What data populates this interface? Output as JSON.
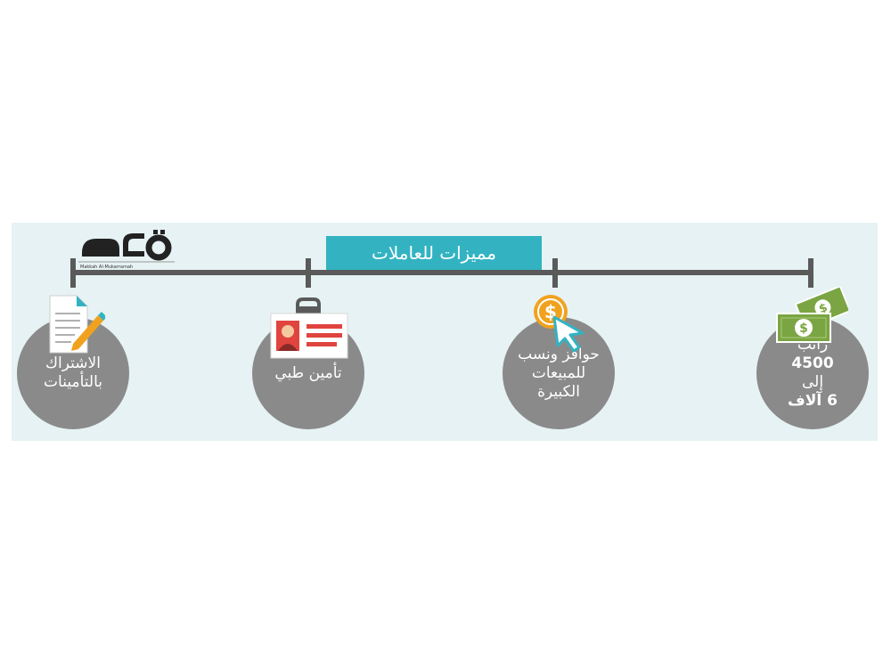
{
  "title": "مميزات للعاملات",
  "logo": {
    "text": "مكة",
    "subtitle": "Makkah Al-Mukarramah"
  },
  "nodes": [
    {
      "icon": "document-pencil-icon",
      "lines": [
        "الاشتراك",
        "بالتأمينات"
      ]
    },
    {
      "icon": "id-card-icon",
      "lines": [
        "تأمين طبي"
      ]
    },
    {
      "icon": "coin-cursor-icon",
      "lines": [
        "حوافز ونسب",
        "للمبيعات",
        "الكبيرة"
      ]
    },
    {
      "icon": "money-bills-icon",
      "lines": [
        "راتب",
        "4500",
        "إلى",
        "6 آلاف"
      ]
    }
  ],
  "colors": {
    "banner": "#e6f2f3",
    "title_box": "#33b3c2",
    "node": "#8a8a8a",
    "timeline": "#5a5a5a",
    "money": "#7aa542",
    "coin": "#f0a21f",
    "card_red": "#e0443e"
  }
}
